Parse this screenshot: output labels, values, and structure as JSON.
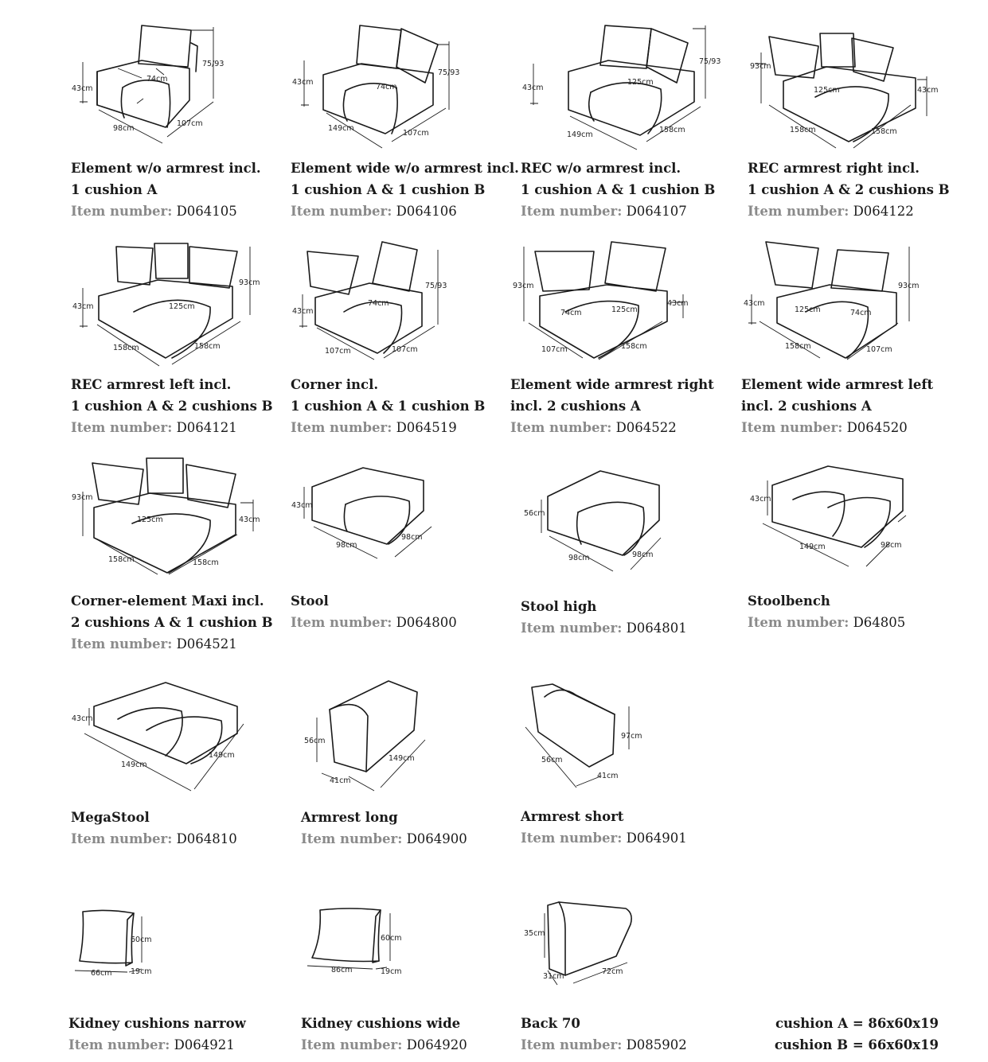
{
  "item_label": "Item number:",
  "products": [
    {
      "title1": "Element w/o armrest incl.",
      "title2": "1 cushion A",
      "item": "D064105",
      "dims": [
        "75/93",
        "43cm",
        "74cm",
        "98cm",
        "107cm"
      ]
    },
    {
      "title1": "Element wide w/o armrest incl.",
      "title2": "1 cushion A & 1 cushion B",
      "item": "D064106",
      "dims": [
        "75/93",
        "43cm",
        "74cm",
        "149cm",
        "107cm"
      ]
    },
    {
      "title1": "REC w/o armrest incl.",
      "title2": "1 cushion A & 1 cushion B",
      "item": "D064107",
      "dims": [
        "75/93",
        "43cm",
        "125cm",
        "149cm",
        "158cm"
      ]
    },
    {
      "title1": "REC armrest right incl.",
      "title2": "1 cushion A & 2 cushions B",
      "item": "D064122",
      "dims": [
        "93cm",
        "43cm",
        "125cm",
        "158cm",
        "158cm"
      ]
    },
    {
      "title1": "REC armrest left incl.",
      "title2": "1 cushion A & 2 cushions B",
      "item": "D064121",
      "dims": [
        "93cm",
        "43cm",
        "125cm",
        "158cm",
        "158cm"
      ]
    },
    {
      "title1": "Corner incl.",
      "title2": "1 cushion A & 1 cushion B",
      "item": "D064519",
      "dims": [
        "75/93",
        "43cm",
        "74cm",
        "107cm",
        "107cm"
      ]
    },
    {
      "title1": "Element wide armrest right",
      "title2": "incl. 2 cushions A",
      "item": "D064522",
      "dims": [
        "93cm",
        "43cm",
        "74cm",
        "125cm",
        "107cm",
        "158cm"
      ]
    },
    {
      "title1": "Element wide armrest left",
      "title2": "incl. 2 cushions A",
      "item": "D064520",
      "dims": [
        "93cm",
        "43cm",
        "125cm",
        "74cm",
        "158cm",
        "107cm"
      ]
    },
    {
      "title1": "Corner-element Maxi incl.",
      "title2": "2 cushions A & 1 cushion B",
      "item": "D064521",
      "dims": [
        "93cm",
        "43cm",
        "125cm",
        "158cm",
        "158cm"
      ]
    },
    {
      "title1": "Stool",
      "title2": "",
      "item": "D064800",
      "dims": [
        "43cm",
        "98cm",
        "98cm"
      ]
    },
    {
      "title1": "Stool high",
      "title2": "",
      "item": "D064801",
      "dims": [
        "56cm",
        "98cm",
        "98cm"
      ]
    },
    {
      "title1": "Stoolbench",
      "title2": "",
      "item": "D64805",
      "dims": [
        "43cm",
        "149cm",
        "98cm"
      ]
    },
    {
      "title1": "MegaStool",
      "title2": "",
      "item": "D064810",
      "dims": [
        "43cm",
        "149cm",
        "149cm"
      ]
    },
    {
      "title1": "Armrest long",
      "title2": "",
      "item": "D064900",
      "dims": [
        "56cm",
        "41cm",
        "149cm"
      ]
    },
    {
      "title1": "Armrest short",
      "title2": "",
      "item": "D064901",
      "dims": [
        "56cm",
        "97cm",
        "41cm"
      ]
    },
    {
      "title1": "Kidney cushions narrow",
      "title2": "",
      "item": "D064921",
      "dims": [
        "60cm",
        "66cm",
        "19cm"
      ]
    },
    {
      "title1": "Kidney cushions wide",
      "title2": "",
      "item": "D064920",
      "dims": [
        "60cm",
        "86cm",
        "19cm"
      ]
    },
    {
      "title1": "Back 70",
      "title2": "",
      "item": "D085902",
      "dims": [
        "35cm",
        "31cm",
        "72cm"
      ]
    }
  ],
  "cushion_notes": [
    "cushion A = 86x60x19",
    "cushion B = 66x60x19"
  ]
}
